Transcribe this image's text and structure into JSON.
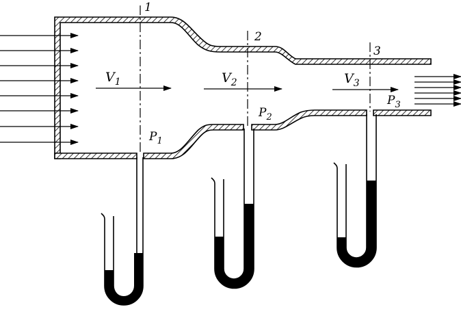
{
  "diagram": {
    "sections": [
      {
        "number": "1",
        "velocity": "V",
        "velocity_sub": "1",
        "pressure": "P",
        "pressure_sub": "1"
      },
      {
        "number": "2",
        "velocity": "V",
        "velocity_sub": "2",
        "pressure": "P",
        "pressure_sub": "2"
      },
      {
        "number": "3",
        "velocity": "V",
        "velocity_sub": "3",
        "pressure": "P",
        "pressure_sub": "3"
      }
    ],
    "colors": {
      "ink": "#000000",
      "liquid": "#000000",
      "background": "#ffffff"
    }
  }
}
